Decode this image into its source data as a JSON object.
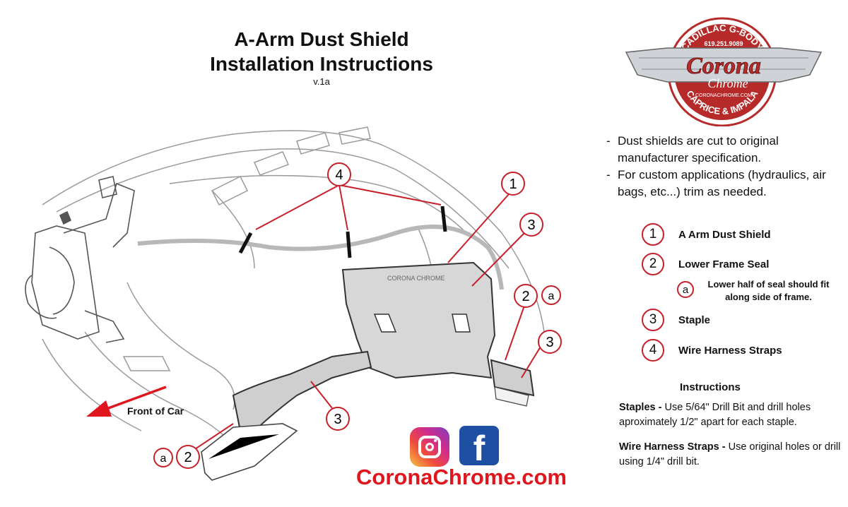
{
  "header": {
    "title_line1": "A-Arm Dust Shield",
    "title_line2": "Installation Instructions",
    "version": "v.1a"
  },
  "logo": {
    "top_text": "CADILLAC G-BODY",
    "phone": "619.251.9089",
    "script1": "Corona",
    "script2": "Chrome",
    "url": "CORONACHROME.COM",
    "bottom_text": "CAPRICE & IMPALA"
  },
  "notes": [
    {
      "dash": "-",
      "text": "Dust shields are cut to original manufacturer specification."
    },
    {
      "dash": "-",
      "text": "For custom applications (hydraulics, air bags, etc...) trim as needed."
    }
  ],
  "legend": [
    {
      "number": "1",
      "label": "A Arm Dust Shield"
    },
    {
      "number": "2",
      "label": "Lower Frame Seal"
    },
    {
      "number": "3",
      "label": "Staple"
    },
    {
      "number": "4",
      "label": "Wire Harness Straps"
    }
  ],
  "legend_sub": {
    "letter": "a",
    "text": "Lower half of seal should fit along side of frame."
  },
  "instructions": {
    "heading": "Instructions",
    "items": [
      {
        "term": "Staples -",
        "text": "Use 5/64\" Drill Bit and drill holes aproximately 1/2\" apart for each staple."
      },
      {
        "term": "Wire Harness Straps -",
        "text": "Use original holes or drill using 1/4\" drill bit."
      }
    ]
  },
  "diagram": {
    "front_label": "Front of Car",
    "shield_text": "CORONA CHROME",
    "callouts": {
      "one": "1",
      "two": "2",
      "three": "3",
      "four": "4",
      "a": "a"
    }
  },
  "footer": {
    "website": "CoronaChrome.com",
    "facebook_glyph": "f"
  },
  "colors": {
    "accent": "#c8202a",
    "site_red": "#e0161e",
    "facebook": "#1d4fa3",
    "logo_red": "#b72a2a"
  }
}
